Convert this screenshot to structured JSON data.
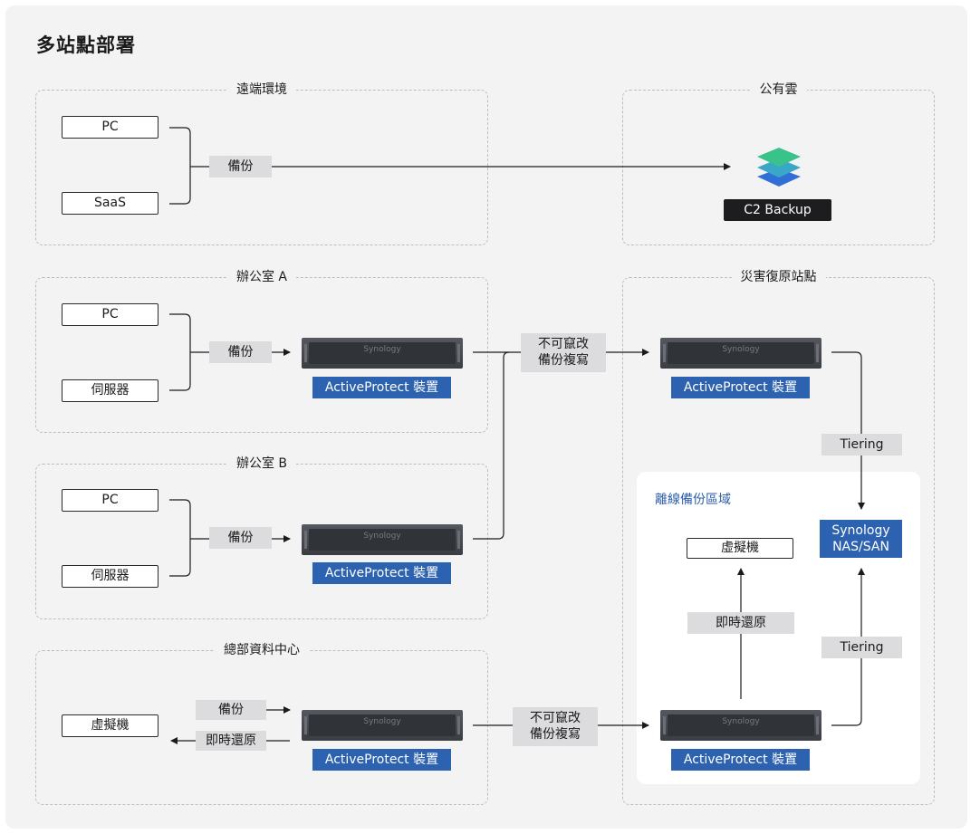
{
  "title": "多站點部署",
  "zones": {
    "remote": "遠端環境",
    "cloud": "公有雲",
    "office_a": "辦公室 A",
    "dr_site": "災害復原站點",
    "office_b": "辦公室 B",
    "hq": "總部資料中心"
  },
  "offline_zone": "離線備份區域",
  "labels": {
    "pc": "PC",
    "saas": "SaaS",
    "server": "伺服器",
    "vm": "虛擬機",
    "backup": "備份",
    "instant_restore": "即時還原",
    "immutable_line1": "不可竄改",
    "immutable_line2": "備份複寫",
    "tiering": "Tiering",
    "c2_backup": "C2 Backup",
    "activeprotect": "ActiveProtect 裝置",
    "nas_line1": "Synology",
    "nas_line2": "NAS/SAN",
    "device_brand": "Synology"
  },
  "colors": {
    "accent_blue": "#2d62b0",
    "dark": "#1d1d1f",
    "tag_gray": "#dcdcdf",
    "panel": "#f3f3f4"
  },
  "icons": {
    "c2": "c2-backup-layers-icon",
    "device": "nas-rack-device-icon"
  }
}
